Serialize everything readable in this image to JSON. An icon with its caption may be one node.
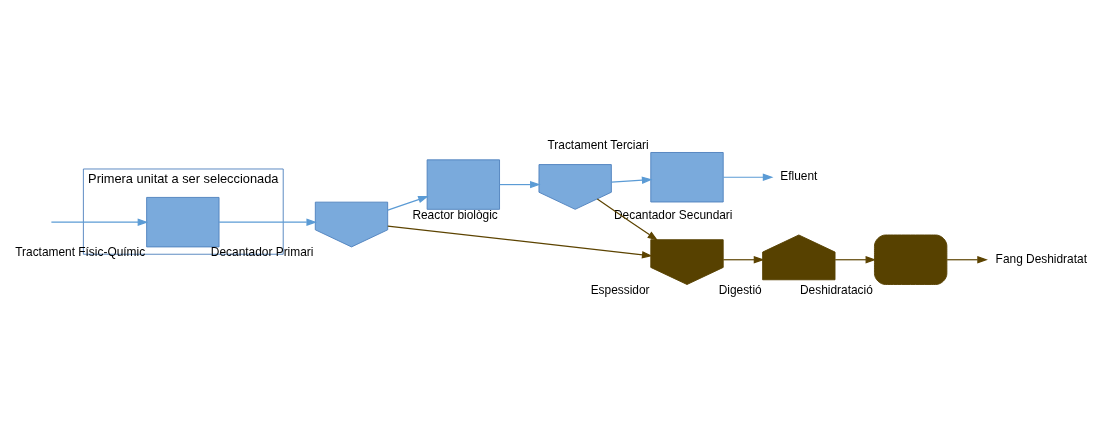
{
  "diagram": {
    "nodes": [
      {
        "text": [
          "Primera unitat a ser seleccionada"
        ]
      },
      {
        "text": [],
        "shape": "box",
        "beside": [
          "Tractament Físic-Químic"
        ],
        "in": 0
      },
      {
        "text": [],
        "shape": "hopper",
        "beside": [
          "Decantador Primari"
        ]
      },
      {
        "text": [],
        "shape": "box",
        "beside": [
          "Reactor biològic"
        ]
      },
      {
        "text": [],
        "shape": "hopper",
        "beside": [
          "Decantador Secundari"
        ]
      },
      {
        "text": [],
        "shape": "box",
        "beside": [
          "Tractament Terciari"
        ]
      },
      {
        "text": [
          "Efluent"
        ]
      },
      {
        "text": [],
        "shape": "hopper",
        "beside": [
          "Espessidor"
        ]
      },
      {
        "text": [],
        "shape": "house",
        "beside": [
          "Digestió"
        ]
      },
      {
        "text": [],
        "shape": "capsule",
        "beside": [
          "Deshidratació"
        ]
      },
      {
        "text": [
          "Fang Deshidratat"
        ]
      }
    ],
    "edges": [
      {
        "from": null,
        "to": 1,
        "arrow": "to"
      },
      {
        "from": 1,
        "to": 2,
        "arrow": "to"
      },
      {
        "from": 2,
        "to": 3,
        "arrow": "to"
      },
      {
        "from": 3,
        "to": 4,
        "arrow": "to"
      },
      {
        "from": 4,
        "to": 5,
        "arrow": "to"
      },
      {
        "from": 5,
        "to": 6,
        "arrow": "to"
      },
      {
        "from": 2,
        "to": 7,
        "arrow": "to",
        "color": "#5c4300"
      },
      {
        "from": 4,
        "to": 7,
        "arrow": "to",
        "color": "#5c4300"
      },
      {
        "from": 7,
        "to": 8,
        "arrow": "to",
        "color": "#5c4300"
      },
      {
        "from": 8,
        "to": 9,
        "arrow": "to",
        "color": "#5c4300"
      },
      {
        "from": 9,
        "to": 10,
        "arrow": "to",
        "color": "#5c4300"
      }
    ]
  }
}
